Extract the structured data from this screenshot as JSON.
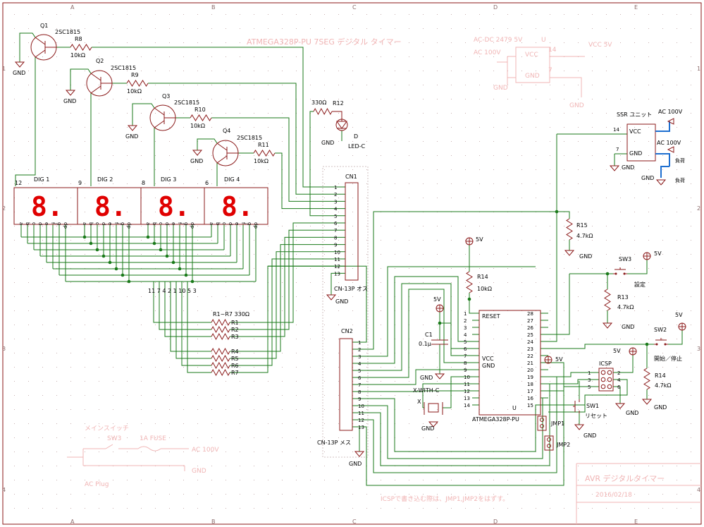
{
  "title": "ATMEGA328P-PU  7SEG デジタル タイマー",
  "title_block": {
    "name": "AVR デジタルタイマー",
    "date": "2016/02/18"
  },
  "note": "ICSPで書き込む際は、JMP1,JMP2をはずす。",
  "grid": {
    "cols": [
      "A",
      "B",
      "C",
      "D",
      "E"
    ],
    "rows": [
      "1",
      "2",
      "3",
      "4"
    ]
  },
  "transistors": [
    {
      "ref": "Q1",
      "type": "2SC1815",
      "rref": "R8",
      "rval": "10kΩ"
    },
    {
      "ref": "Q2",
      "type": "2SC1815",
      "rref": "R9",
      "rval": "10kΩ"
    },
    {
      "ref": "Q3",
      "type": "2SC1815",
      "rref": "R10",
      "rval": "10kΩ"
    },
    {
      "ref": "Q4",
      "type": "2SC1815",
      "rref": "R11",
      "rval": "10kΩ"
    }
  ],
  "digits": [
    {
      "label": "DIG 1",
      "pin": "12",
      "glyph": "8."
    },
    {
      "label": "DIG 2",
      "pin": "9",
      "glyph": "8."
    },
    {
      "label": "DIG 3",
      "pin": "8",
      "glyph": "8."
    },
    {
      "label": "DIG 4",
      "pin": "6",
      "glyph": "8."
    }
  ],
  "segment_letters": [
    "a",
    "b",
    "c",
    "d",
    "e",
    "f",
    "g",
    "dp"
  ],
  "segment_pins": "11 7  4  2  1  10 5  3",
  "gnd": "GND",
  "v5": "5V",
  "led": {
    "rref": "R12",
    "rval": "330Ω",
    "ref": "D",
    "name": "LED-C"
  },
  "cn1": {
    "ref": "CN1",
    "name": "CN-13P オス",
    "pins": [
      "1",
      "2",
      "3",
      "4",
      "5",
      "6",
      "7",
      "8",
      "9",
      "10",
      "11",
      "12",
      "13"
    ]
  },
  "cn2": {
    "ref": "CN2",
    "name": "CN-13P メス",
    "pins": [
      "1",
      "2",
      "3",
      "4",
      "5",
      "6",
      "7",
      "8",
      "9",
      "10",
      "11",
      "12",
      "13"
    ]
  },
  "res_array": {
    "title": "R1~R7  330Ω",
    "items": [
      "R1",
      "R2",
      "R3",
      "R4",
      "R5",
      "R6",
      "R7"
    ]
  },
  "mcu": {
    "name": "ATMEGA328P-PU",
    "mark": "U",
    "left_pins": [
      "1",
      "2",
      "3",
      "4",
      "5",
      "6",
      "7",
      "8",
      "9",
      "10",
      "11",
      "12",
      "13",
      "14"
    ],
    "right_pins": [
      "28",
      "27",
      "26",
      "25",
      "24",
      "23",
      "22",
      "21",
      "20",
      "19",
      "18",
      "17",
      "16",
      "15"
    ],
    "labels": {
      "reset": "RESET",
      "vcc": "VCC",
      "gnd": "GND"
    }
  },
  "cap": {
    "ref": "C1",
    "val": "0.1μ"
  },
  "xtal": {
    "name": "X-WITH-C",
    "ref": "X"
  },
  "r14a": {
    "ref": "R14",
    "val": "10kΩ"
  },
  "r15": {
    "ref": "R15",
    "val": "4.7kΩ"
  },
  "r13": {
    "ref": "R13",
    "val": "4.7kΩ"
  },
  "r14b": {
    "ref": "R14",
    "val": "4.7kΩ"
  },
  "ssr": {
    "title": "SSR  ユニット",
    "vcc": "VCC",
    "gnd": "GND",
    "pin14": "14",
    "pin7": "7",
    "ac1": "AC 100V",
    "ac2": "AC 100V",
    "load1": "負荷",
    "load2": "負荷"
  },
  "switches": [
    {
      "ref": "SW3",
      "name": "設定"
    },
    {
      "ref": "SW2",
      "name": "開始／停止"
    },
    {
      "ref": "SW1",
      "name": "リセット"
    }
  ],
  "icsp": {
    "ref": "ICSP",
    "left": [
      "1",
      "3",
      "5"
    ],
    "right": [
      "2",
      "4",
      "6"
    ]
  },
  "jumpers": [
    "JMP1",
    "JMP2"
  ],
  "faded_power": {
    "left1": "AC-DC 2479 5V",
    "u": "U",
    "acin": "AC 100V",
    "vcc": "VCC",
    "gnd": "GND",
    "p14": "14",
    "p7": "7",
    "out": "VCC 5V",
    "g1": "GND",
    "g2": "GND"
  },
  "faded_main": {
    "title": "メインスイッチ",
    "sw": "SW3",
    "fuse": "1A FUSE",
    "ac": "AC 100V",
    "plug": "AC Plug",
    "gnd": "GND"
  }
}
